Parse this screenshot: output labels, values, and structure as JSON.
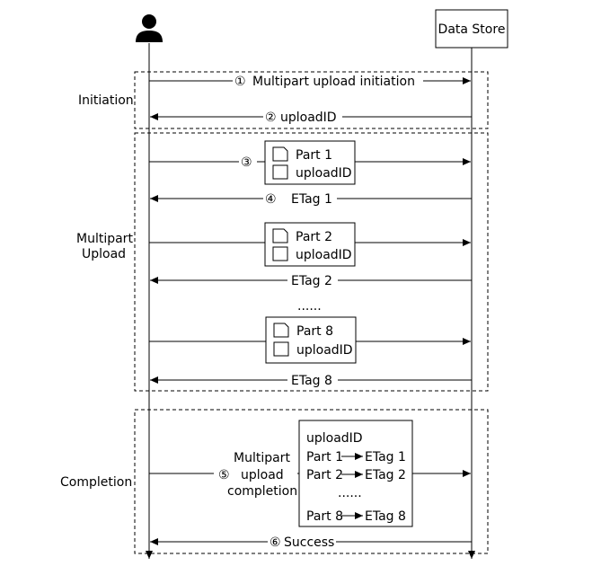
{
  "participants": {
    "store": "Data Store"
  },
  "phases": {
    "initiation": "Initiation",
    "multipart_line1": "Multipart",
    "multipart_line2": "Upload",
    "completion": "Completion"
  },
  "messages": {
    "m1_num": "①",
    "m1_text": "Multipart upload initiation",
    "m2_num": "②",
    "m2_text": "uploadID",
    "m3_num": "③",
    "m4_num": "④",
    "m4_text": "ETag 1",
    "etag2": "ETag 2",
    "ellipsis": "......",
    "etag8": "ETag 8",
    "m5_num": "⑤",
    "m5_line1": "Multipart",
    "m5_line2": "upload",
    "m5_line3": "completion",
    "m6_num": "⑥",
    "m6_text": "Success"
  },
  "parts": [
    {
      "part": "Part 1",
      "id": "uploadID"
    },
    {
      "part": "Part 2",
      "id": "uploadID"
    },
    {
      "part": "Part 8",
      "id": "uploadID"
    }
  ],
  "completion_box": {
    "title": "uploadID",
    "rows": [
      {
        "part": "Part 1",
        "etag": "ETag 1"
      },
      {
        "part": "Part 2",
        "etag": "ETag 2"
      },
      {
        "part": "Part 8",
        "etag": "ETag 8"
      }
    ],
    "ellipsis": "......"
  }
}
